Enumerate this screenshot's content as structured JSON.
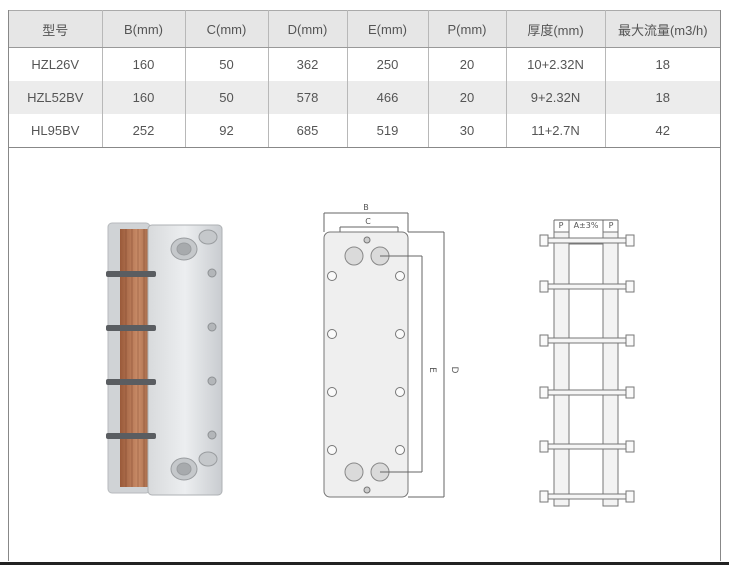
{
  "table": {
    "headers": [
      "型号",
      "B(mm)",
      "C(mm)",
      "D(mm)",
      "E(mm)",
      "P(mm)",
      "厚度(mm)",
      "最大流量(m3/h)"
    ],
    "rows": [
      [
        "HZL26V",
        "160",
        "50",
        "362",
        "250",
        "20",
        "10+2.32N",
        "18"
      ],
      [
        "HZL52BV",
        "160",
        "50",
        "578",
        "466",
        "20",
        "9+2.32N",
        "18"
      ],
      [
        "HL95BV",
        "252",
        "92",
        "685",
        "519",
        "30",
        "11+2.7N",
        "42"
      ]
    ]
  },
  "diagram_front": {
    "label_b": "B",
    "label_c": "C",
    "label_e": "E",
    "label_d": "D"
  },
  "diagram_side": {
    "label_p_left": "P",
    "label_a": "A±3%",
    "label_p_right": "P"
  }
}
